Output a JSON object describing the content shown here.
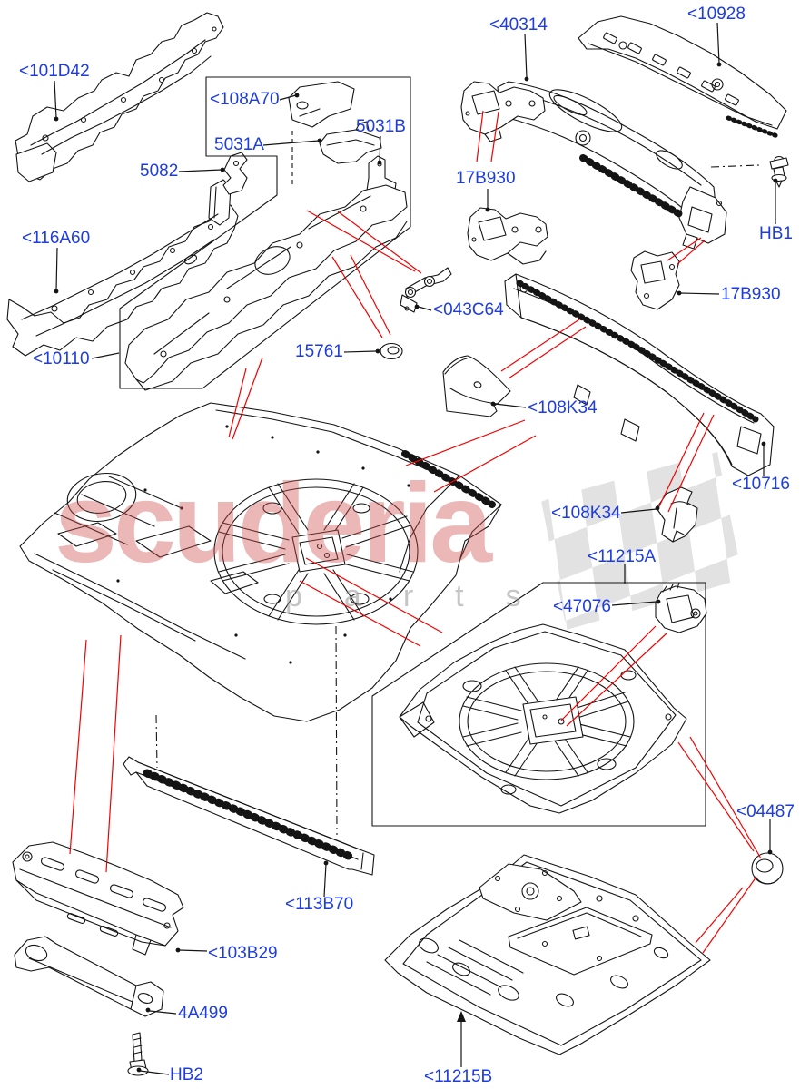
{
  "watermark": {
    "brand": "scuderia",
    "sub": "parts"
  },
  "colors": {
    "label_blue": "#1d3ce4",
    "leader_red": "#f40000",
    "line_black": "#141414",
    "watermark_pink": "#cd4b4b",
    "watermark_gray": "#8c8c8c",
    "flag_gray": "#e2e2e2",
    "background": "#ffffff"
  },
  "labels": [
    {
      "id": "101D42",
      "text": "<101D42"
    },
    {
      "id": "108A70",
      "text": "<108A70"
    },
    {
      "id": "5031A",
      "text": "5031A"
    },
    {
      "id": "5031B",
      "text": "5031B"
    },
    {
      "id": "5082",
      "text": "5082"
    },
    {
      "id": "116A60",
      "text": "<116A60"
    },
    {
      "id": "40314",
      "text": "<40314"
    },
    {
      "id": "10928",
      "text": "<10928"
    },
    {
      "id": "17B930-left",
      "text": "17B930"
    },
    {
      "id": "HB1",
      "text": "HB1"
    },
    {
      "id": "10110",
      "text": "<10110"
    },
    {
      "id": "15761",
      "text": "15761"
    },
    {
      "id": "043C64",
      "text": "<043C64"
    },
    {
      "id": "17B930-right",
      "text": "17B930"
    },
    {
      "id": "108K34-upper",
      "text": "<108K34"
    },
    {
      "id": "10716",
      "text": "<10716"
    },
    {
      "id": "108K34-lower",
      "text": "<108K34"
    },
    {
      "id": "11215A",
      "text": "<11215A"
    },
    {
      "id": "47076",
      "text": "<47076"
    },
    {
      "id": "04487",
      "text": "<04487"
    },
    {
      "id": "113B70",
      "text": "<113B70"
    },
    {
      "id": "103B29",
      "text": "<103B29"
    },
    {
      "id": "4A499",
      "text": "4A499"
    },
    {
      "id": "HB2",
      "text": "HB2"
    },
    {
      "id": "11215B",
      "text": "<11215B"
    }
  ]
}
